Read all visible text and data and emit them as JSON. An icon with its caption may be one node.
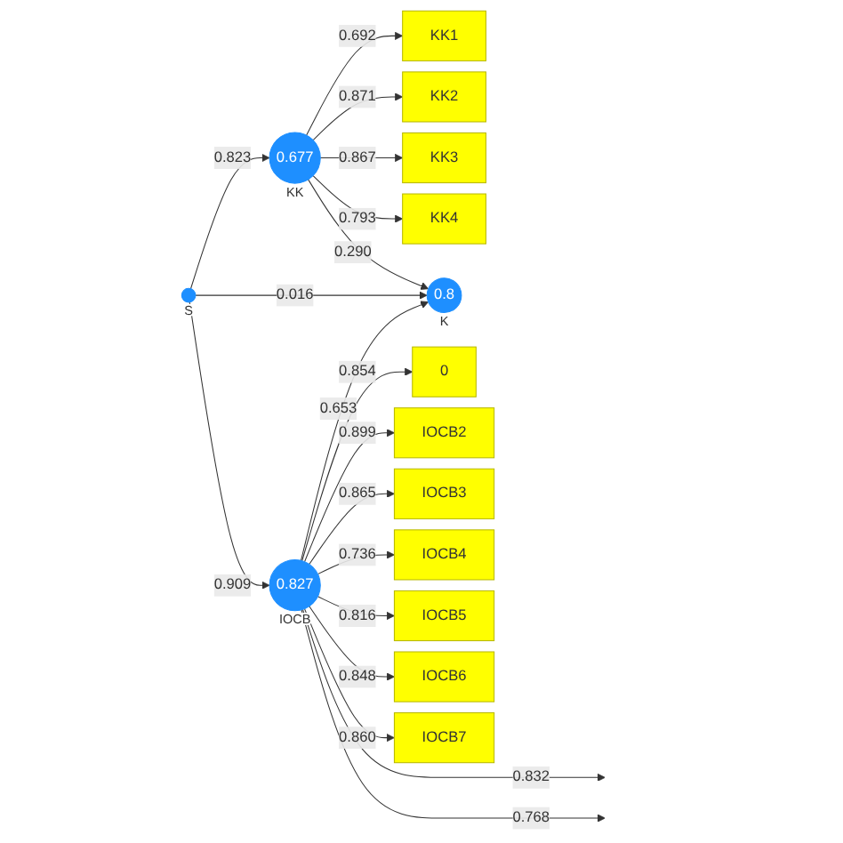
{
  "diagram": {
    "nodes": [
      {
        "text": [
          "KK1"
        ]
      },
      {
        "text": [
          "KK2"
        ]
      },
      {
        "text": [
          "KK3"
        ]
      },
      {
        "text": [
          "KK4"
        ]
      },
      {
        "text": [
          "0.677"
        ],
        "beside": [
          "KK"
        ]
      },
      {
        "text": [],
        "shape": "circle",
        "beside": [
          "S"
        ]
      },
      {
        "text": [
          "0.8"
        ],
        "beside": [
          "K"
        ]
      },
      {
        "text": [
          "0.827"
        ],
        "beside": [
          "IOCB"
        ]
      },
      {
        "text": [
          "0"
        ]
      },
      {
        "text": [
          "IOCB2"
        ]
      },
      {
        "text": [
          "IOCB3"
        ]
      },
      {
        "text": [
          "IOCB4"
        ]
      },
      {
        "text": [
          "IOCB5"
        ]
      },
      {
        "text": [
          "IOCB6"
        ]
      },
      {
        "text": [
          "IOCB7"
        ]
      }
    ],
    "edges": [
      {
        "from": 4,
        "to": 0,
        "arrow": "to",
        "label": "0.692"
      },
      {
        "from": 4,
        "to": 1,
        "arrow": "to",
        "label": "0.871"
      },
      {
        "from": 4,
        "to": 2,
        "arrow": "to",
        "label": "0.867"
      },
      {
        "from": 4,
        "to": 3,
        "arrow": "to",
        "label": "0.793"
      },
      {
        "from": 5,
        "to": 4,
        "arrow": "to",
        "label": "0.823"
      },
      {
        "from": 4,
        "to": 6,
        "arrow": "to",
        "label": "0.290"
      },
      {
        "from": 5,
        "to": 6,
        "arrow": "to",
        "label": "0.016"
      },
      {
        "from": 5,
        "to": 7,
        "arrow": "to",
        "label": "0.909"
      },
      {
        "from": 7,
        "to": 6,
        "arrow": "to",
        "label": "0.653"
      },
      {
        "from": 7,
        "to": null,
        "arrow": "to",
        "label": "0.832"
      },
      {
        "from": 7,
        "to": 8,
        "arrow": "to",
        "label": "0.854"
      },
      {
        "from": 7,
        "to": 9,
        "arrow": "to",
        "label": "0.899"
      },
      {
        "from": 7,
        "to": 10,
        "arrow": "to",
        "label": "0.865"
      },
      {
        "from": 7,
        "to": 11,
        "arrow": "to",
        "label": "0.736"
      },
      {
        "from": 7,
        "to": 12,
        "arrow": "to",
        "label": "0.816"
      },
      {
        "from": 7,
        "to": 13,
        "arrow": "to",
        "label": "0.848"
      },
      {
        "from": 7,
        "to": 14,
        "arrow": "to",
        "label": "0.860"
      },
      {
        "from": 7,
        "to": null,
        "arrow": "to",
        "label": "0.768"
      }
    ]
  }
}
